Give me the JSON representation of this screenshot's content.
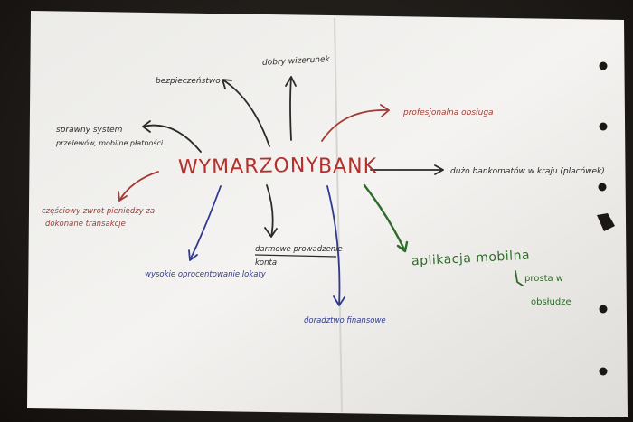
{
  "mind_map": {
    "center": {
      "word1": "WYMARZONY",
      "word2": "BANK",
      "color": "#b3302c"
    },
    "branches": [
      {
        "id": "bezpieczenstwo",
        "text": "bezpieczeństwo",
        "color": "#2a2a2a"
      },
      {
        "id": "dobry-wizerunek",
        "text": "dobry wizerunek",
        "color": "#2a2a2a"
      },
      {
        "id": "profesjonalna-obsluga",
        "text": "profesjonalna obsługa",
        "color": "#a33a33"
      },
      {
        "id": "sprawny-system",
        "text": "sprawny system",
        "color": "#2a2a2a"
      },
      {
        "id": "przelewow",
        "text": "przelewów, mobilne płatności",
        "color": "#2a2a2a"
      },
      {
        "id": "duzo-bankomatow",
        "text": "dużo bankomatów w kraju (placówek)",
        "color": "#2a2a2a"
      },
      {
        "id": "czesciowy-zwrot",
        "text": "częściowy zwrot pieniędzy za",
        "color": "#a33a33"
      },
      {
        "id": "dokonane-transakcje",
        "text": "dokonane transakcje",
        "color": "#a33a33"
      },
      {
        "id": "darmowe-prowadzenie",
        "text": "darmowe prowadzenie",
        "color": "#2a2a2a"
      },
      {
        "id": "konta",
        "text": "konta",
        "color": "#2a2a2a"
      },
      {
        "id": "wysokie-oprocentowanie",
        "text": "wysokie oprocentowanie lokaty",
        "color": "#2f3a8f"
      },
      {
        "id": "doradztwo-finansowe",
        "text": "doradztwo finansowe",
        "color": "#2f3a8f"
      },
      {
        "id": "aplikacja-mobilna",
        "text": "aplikacja mobilna",
        "color": "#2f6b2a"
      },
      {
        "id": "prosta-w",
        "text": "prosta w",
        "color": "#2f6b2a"
      },
      {
        "id": "obsludze",
        "text": "obsłudze",
        "color": "#2f6b2a"
      }
    ]
  }
}
